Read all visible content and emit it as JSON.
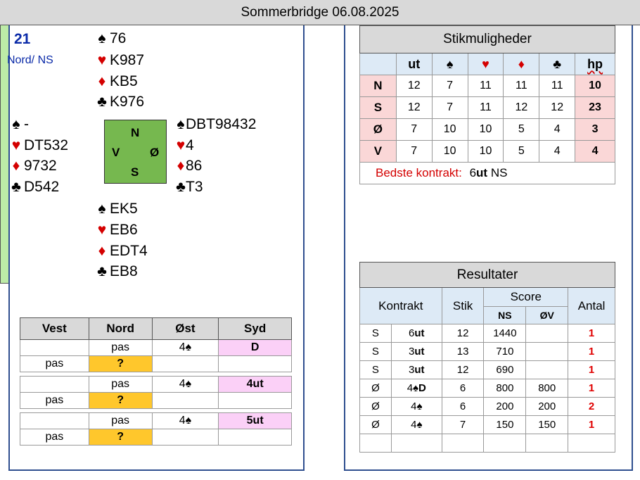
{
  "deal": {
    "title": "Sommerbridge 06.08.2025",
    "board_number": "21",
    "dealer_vul": "Nord/ NS",
    "north": {
      "spades": "76",
      "hearts": "K987",
      "diamonds": "KB5",
      "clubs": "K976"
    },
    "west": {
      "spades": "-",
      "hearts": "DT532",
      "diamonds": "9732",
      "clubs": "D542"
    },
    "east": {
      "spades": "DBT98432",
      "hearts": "4",
      "diamonds": "86",
      "clubs": "T3"
    },
    "south": {
      "spades": "EK5",
      "hearts": "EB6",
      "diamonds": "EDT4",
      "clubs": "EB8"
    },
    "compass": {
      "n": "N",
      "s": "S",
      "w": "V",
      "e": "Ø"
    }
  },
  "bidding": {
    "headers": [
      "Vest",
      "Nord",
      "Øst",
      "Syd"
    ],
    "sequences": [
      {
        "row1": [
          "",
          "pas",
          "4♠",
          "D"
        ],
        "row2": [
          "pas",
          "?",
          "",
          ""
        ]
      },
      {
        "row1": [
          "",
          "pas",
          "4♠",
          "4ut"
        ],
        "row2": [
          "pas",
          "?",
          "",
          ""
        ]
      },
      {
        "row1": [
          "",
          "pas",
          "4♠",
          "5ut"
        ],
        "row2": [
          "pas",
          "?",
          "",
          ""
        ]
      }
    ]
  },
  "tricks": {
    "title": "Stikmuligheder",
    "headers": [
      "",
      "ut",
      "♠",
      "♥",
      "♦",
      "♣",
      "hp"
    ],
    "rows": [
      {
        "seat": "N",
        "values": [
          "12",
          "7",
          "11",
          "11",
          "11"
        ],
        "hp": "10"
      },
      {
        "seat": "S",
        "values": [
          "12",
          "7",
          "11",
          "12",
          "12"
        ],
        "hp": "23"
      },
      {
        "seat": "Ø",
        "values": [
          "7",
          "10",
          "10",
          "5",
          "4"
        ],
        "hp": "3"
      },
      {
        "seat": "V",
        "values": [
          "7",
          "10",
          "10",
          "5",
          "4"
        ],
        "hp": "4"
      }
    ],
    "best_label": "Bedste kontrakt:",
    "best_level": "6",
    "best_strain": "ut",
    "best_side": "NS"
  },
  "results": {
    "title": "Resultater",
    "headers": {
      "contract": "Kontrakt",
      "tricks": "Stik",
      "score": "Score",
      "ns": "NS",
      "ov": "ØV",
      "count": "Antal"
    },
    "rows": [
      {
        "decl": "S",
        "level": "6",
        "strain": "ut",
        "dbl": "",
        "tricks": "12",
        "ns": "1440",
        "ov": "",
        "count": "1"
      },
      {
        "decl": "S",
        "level": "3",
        "strain": "ut",
        "dbl": "",
        "tricks": "13",
        "ns": "710",
        "ov": "",
        "count": "1"
      },
      {
        "decl": "S",
        "level": "3",
        "strain": "ut",
        "dbl": "",
        "tricks": "12",
        "ns": "690",
        "ov": "",
        "count": "1"
      },
      {
        "decl": "Ø",
        "level": "4",
        "strain": "♠",
        "dbl": "D",
        "tricks": "6",
        "ns": "800",
        "ov": "800",
        "count": "1"
      },
      {
        "decl": "Ø",
        "level": "4",
        "strain": "♠",
        "dbl": "",
        "tricks": "6",
        "ns": "200",
        "ov": "200",
        "count": "2"
      },
      {
        "decl": "Ø",
        "level": "4",
        "strain": "♠",
        "dbl": "",
        "tricks": "7",
        "ns": "150",
        "ov": "150",
        "count": "1"
      },
      {
        "decl": "",
        "level": "",
        "strain": "",
        "dbl": "",
        "tricks": "",
        "ns": "",
        "ov": "",
        "count": ""
      }
    ]
  },
  "colors": {
    "panel_border": "#2f4f8f",
    "deal_bg": "#bdeba7",
    "compass_bg": "#76b84f",
    "question_bg": "#ffc72c",
    "bid_highlight": "#fbd0f7",
    "header_blue": "#ddeaf6",
    "seat_pink": "#fad7d7",
    "red_suit": "#d40000"
  }
}
